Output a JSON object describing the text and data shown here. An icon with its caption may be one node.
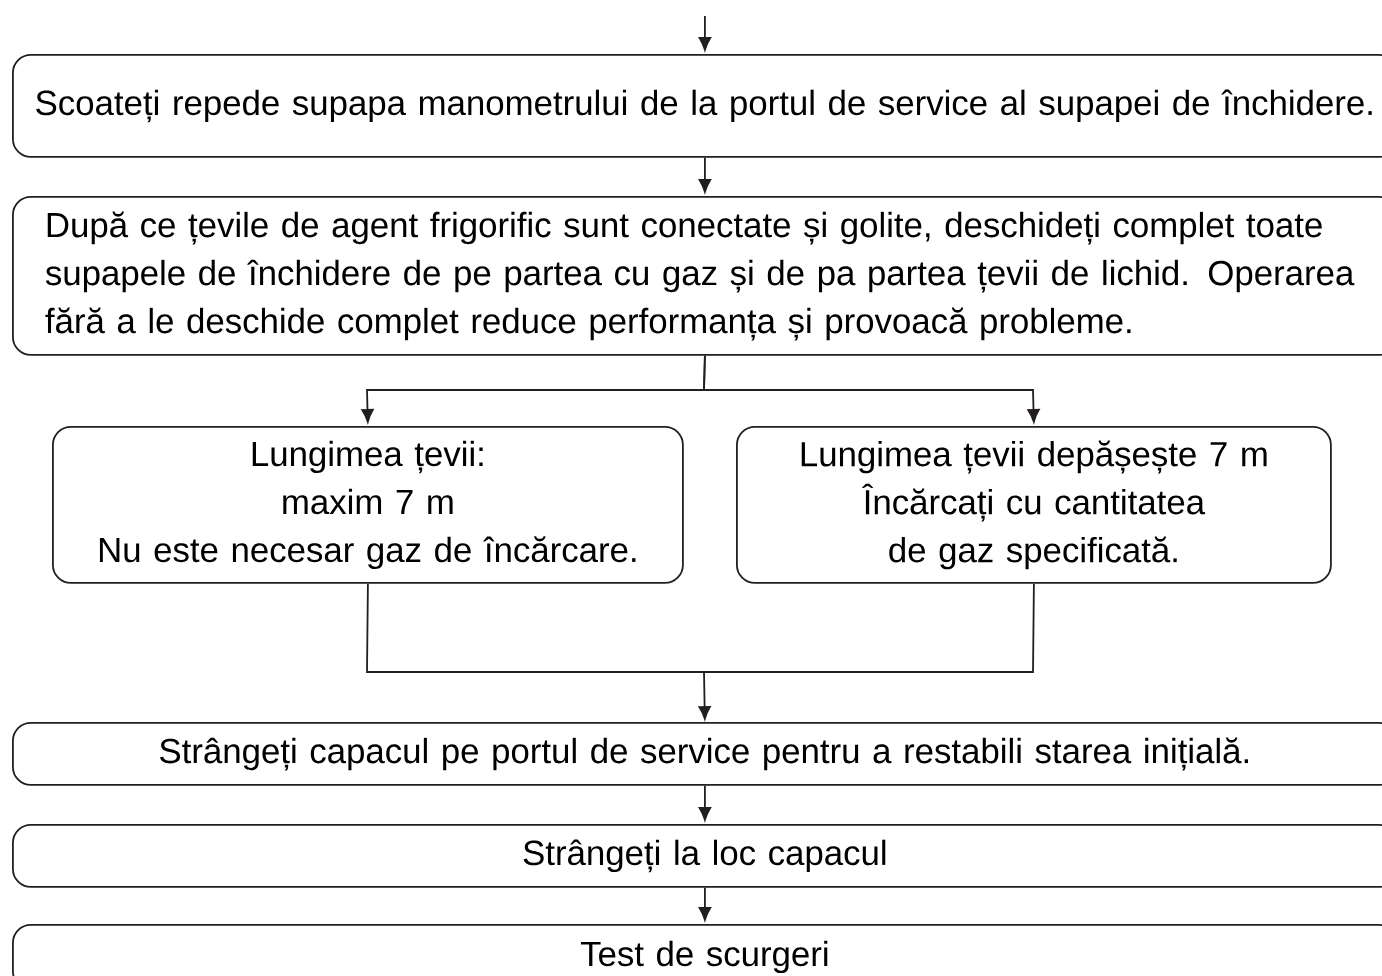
{
  "diagram": {
    "nodes": [
      {
        "text": [
          "Scoateți repede supapa manometrului de la portul de service al supapei de închidere."
        ]
      },
      {
        "text": [
          "După ce țevile de agent frigorific sunt conectate și golite, deschideți complet toate supapele de închidere de pe partea cu gaz și de pa partea țevii de lichid. Operarea fără a le deschide complet reduce performanța și provoacă probleme."
        ]
      },
      {
        "text": [
          "Lungimea țevii:",
          "maxim 7 m",
          "Nu este necesar gaz de încărcare."
        ]
      },
      {
        "text": [
          "Lungimea țevii depășește 7 m",
          "Încărcați cu cantitatea de gaz specificată."
        ]
      },
      {
        "text": [
          "Strângeți capacul pe portul de service pentru a restabili starea inițială."
        ]
      },
      {
        "text": [
          "Strângeți la loc capacul"
        ]
      },
      {
        "text": [
          "Test de scurgeri"
        ]
      }
    ],
    "edges": [
      {
        "from": null,
        "to": 0,
        "arrow": "to"
      },
      {
        "from": 0,
        "to": 1,
        "arrow": "to"
      },
      {
        "from": 1,
        "to": 2,
        "arrow": "to"
      },
      {
        "from": 1,
        "to": 3,
        "arrow": "to"
      },
      {
        "from": 2,
        "to": 4,
        "arrow": "none"
      },
      {
        "from": 3,
        "to": 4,
        "arrow": "none"
      },
      {
        "from": 4,
        "to": 5,
        "arrow": "to"
      },
      {
        "from": 5,
        "to": 6,
        "arrow": "to"
      }
    ]
  }
}
